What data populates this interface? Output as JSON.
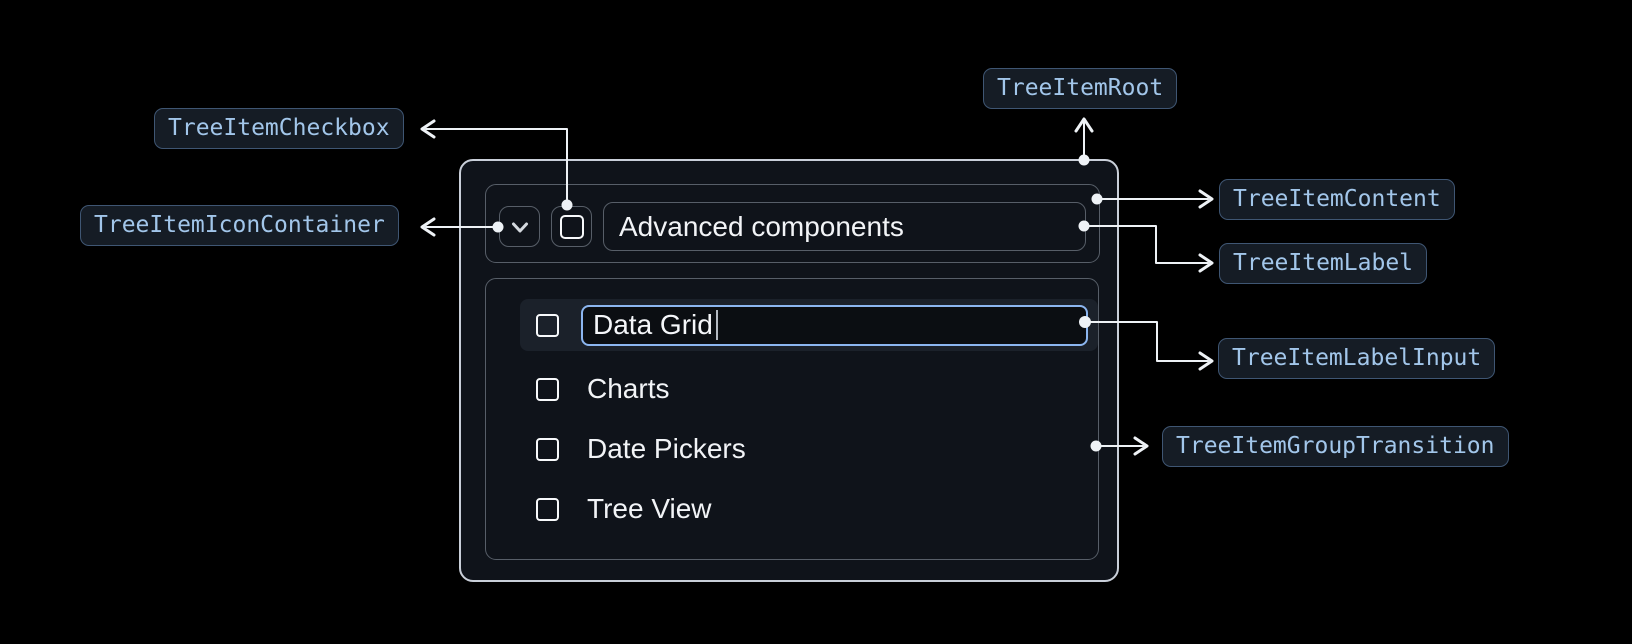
{
  "badges": {
    "root": "TreeItemRoot",
    "checkbox": "TreeItemCheckbox",
    "icon_container": "TreeItemIconContainer",
    "content": "TreeItemContent",
    "label": "TreeItemLabel",
    "label_input": "TreeItemLabelInput",
    "group_transition": "TreeItemGroupTransition"
  },
  "tree": {
    "parent": {
      "label": "Advanced components",
      "expanded": true,
      "checkbox_checked": false
    },
    "editing_item": {
      "value": "Data Grid",
      "checkbox_checked": false
    },
    "items": [
      "Charts",
      "Date Pickers",
      "Tree View"
    ]
  },
  "icons": {
    "expand": "chevron-down-icon",
    "item_checkbox": "checkbox-unchecked-icon"
  },
  "colors": {
    "page_bg": "#000000",
    "component_bg": "#0f131a",
    "root_border": "#c9cfd9",
    "inner_border": "#575e68",
    "badge_bg": "#151c25",
    "badge_border": "#3f5673",
    "badge_text": "#a2c6ea",
    "text": "#f2f4f7",
    "selected_row_bg": "#1b212a",
    "input_border": "#8cb6f0",
    "input_bg": "#0b0e12",
    "arrow": "#eef2f6"
  }
}
